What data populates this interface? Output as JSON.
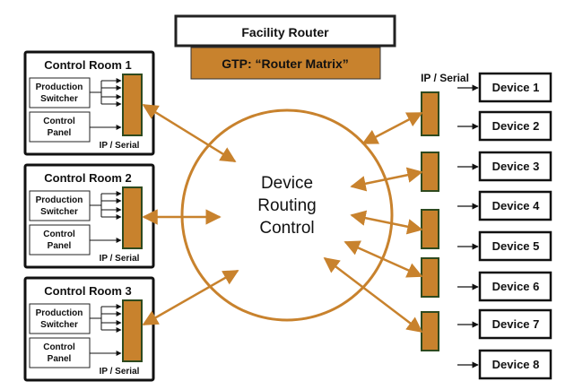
{
  "router": {
    "title": "Facility Router",
    "subtitle": "GTP:  “Router Matrix”"
  },
  "center": {
    "lines": [
      "Device",
      "Routing",
      "Control"
    ]
  },
  "control_rooms": [
    {
      "title": "Control Room 1",
      "switcher": [
        "Production",
        "Switcher"
      ],
      "panel": [
        "Control",
        "Panel"
      ],
      "port_label": "IP / Serial"
    },
    {
      "title": "Control Room 2",
      "switcher": [
        "Production",
        "Switcher"
      ],
      "panel": [
        "Control",
        "Panel"
      ],
      "port_label": "IP / Serial"
    },
    {
      "title": "Control Room 3",
      "switcher": [
        "Production",
        "Switcher"
      ],
      "panel": [
        "Control",
        "Panel"
      ],
      "port_label": "IP / Serial"
    }
  ],
  "device_port_label": "IP / Serial",
  "devices": [
    "Device 1",
    "Device 2",
    "Device 3",
    "Device 4",
    "Device 5",
    "Device 6",
    "Device 7",
    "Device 8"
  ],
  "colors": {
    "accent": "#c8822d",
    "port_border": "#2e4a1f",
    "frame": "#111111"
  }
}
